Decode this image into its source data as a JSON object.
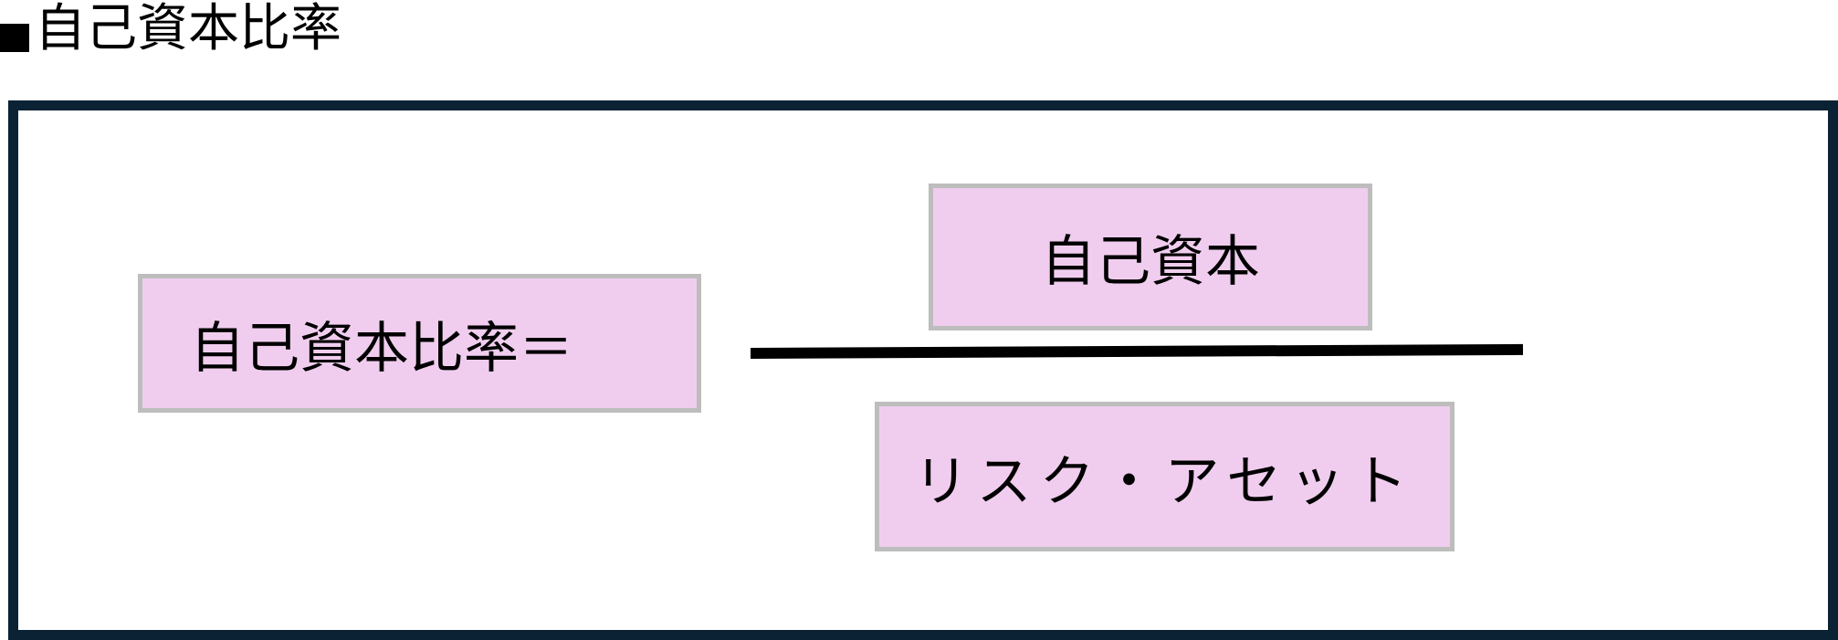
{
  "title": "自己資本比率",
  "formula": {
    "lhs": "自己資本比率＝",
    "numerator": "自己資本",
    "denominator": "リスク・アセット"
  },
  "colors": {
    "box_fill": "#f0cdee",
    "box_border": "#bdbdbd",
    "frame": "#0a2233"
  }
}
